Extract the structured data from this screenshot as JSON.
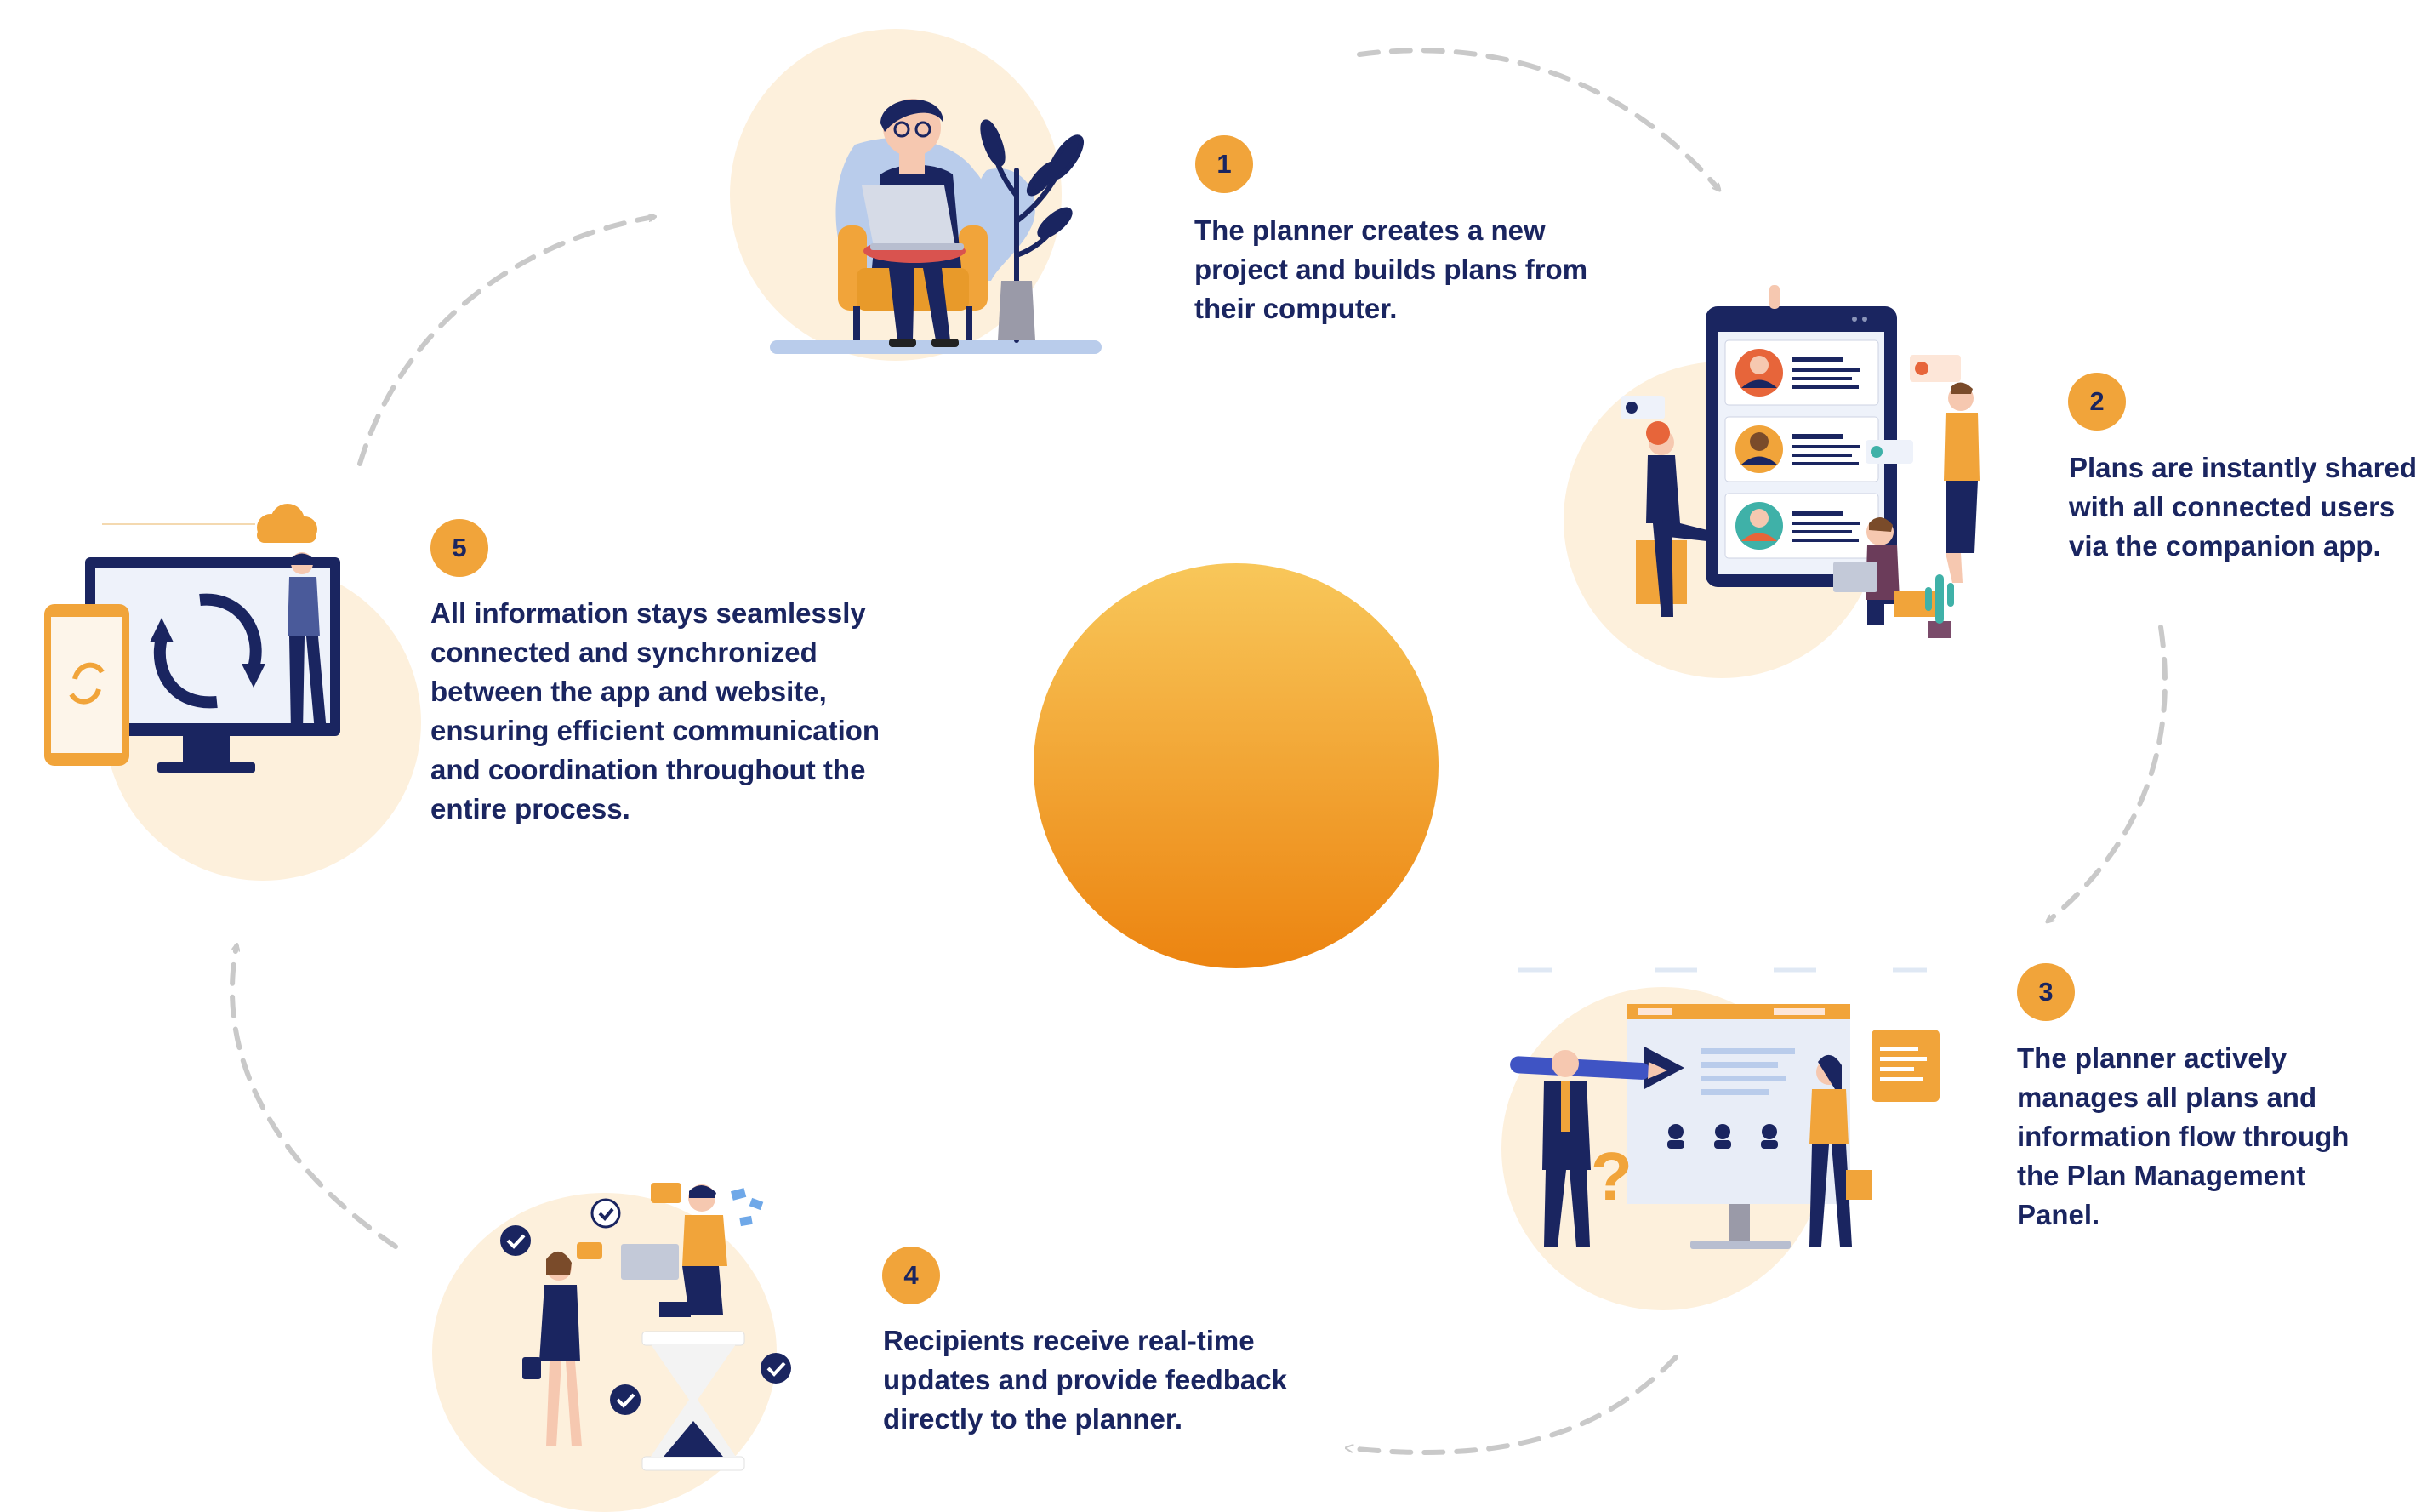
{
  "colors": {
    "navy": "#1a2560",
    "accent": "#f1a43a",
    "blob": "#fdf0dc",
    "dash": "#c9c9c9",
    "center_top": "#f8c75a",
    "center_bottom": "#ec8410",
    "light_blue": "#b9cceb",
    "screen": "#eef2fa"
  },
  "steps": [
    {
      "number": "1",
      "illustration": "planner-at-computer",
      "lines": [
        "The planner creates a new",
        "project and builds plans from",
        "their computer."
      ]
    },
    {
      "number": "2",
      "illustration": "shared-profiles-tablet",
      "lines": [
        "Plans are instantly shared",
        "with all connected users",
        "via the companion app."
      ]
    },
    {
      "number": "3",
      "illustration": "management-panel",
      "lines": [
        "The planner actively",
        "manages all plans and",
        "information flow through",
        "the Plan Management",
        "Panel."
      ]
    },
    {
      "number": "4",
      "illustration": "feedback-hourglass",
      "lines": [
        "Recipients receive real-time",
        "updates and provide feedback",
        "directly to the planner."
      ]
    },
    {
      "number": "5",
      "illustration": "sync-devices",
      "lines": [
        "All information stays seamlessly",
        "connected and synchronized",
        "between the app and website,",
        "ensuring efficient communication",
        "and coordination throughout the",
        "entire process."
      ]
    }
  ]
}
